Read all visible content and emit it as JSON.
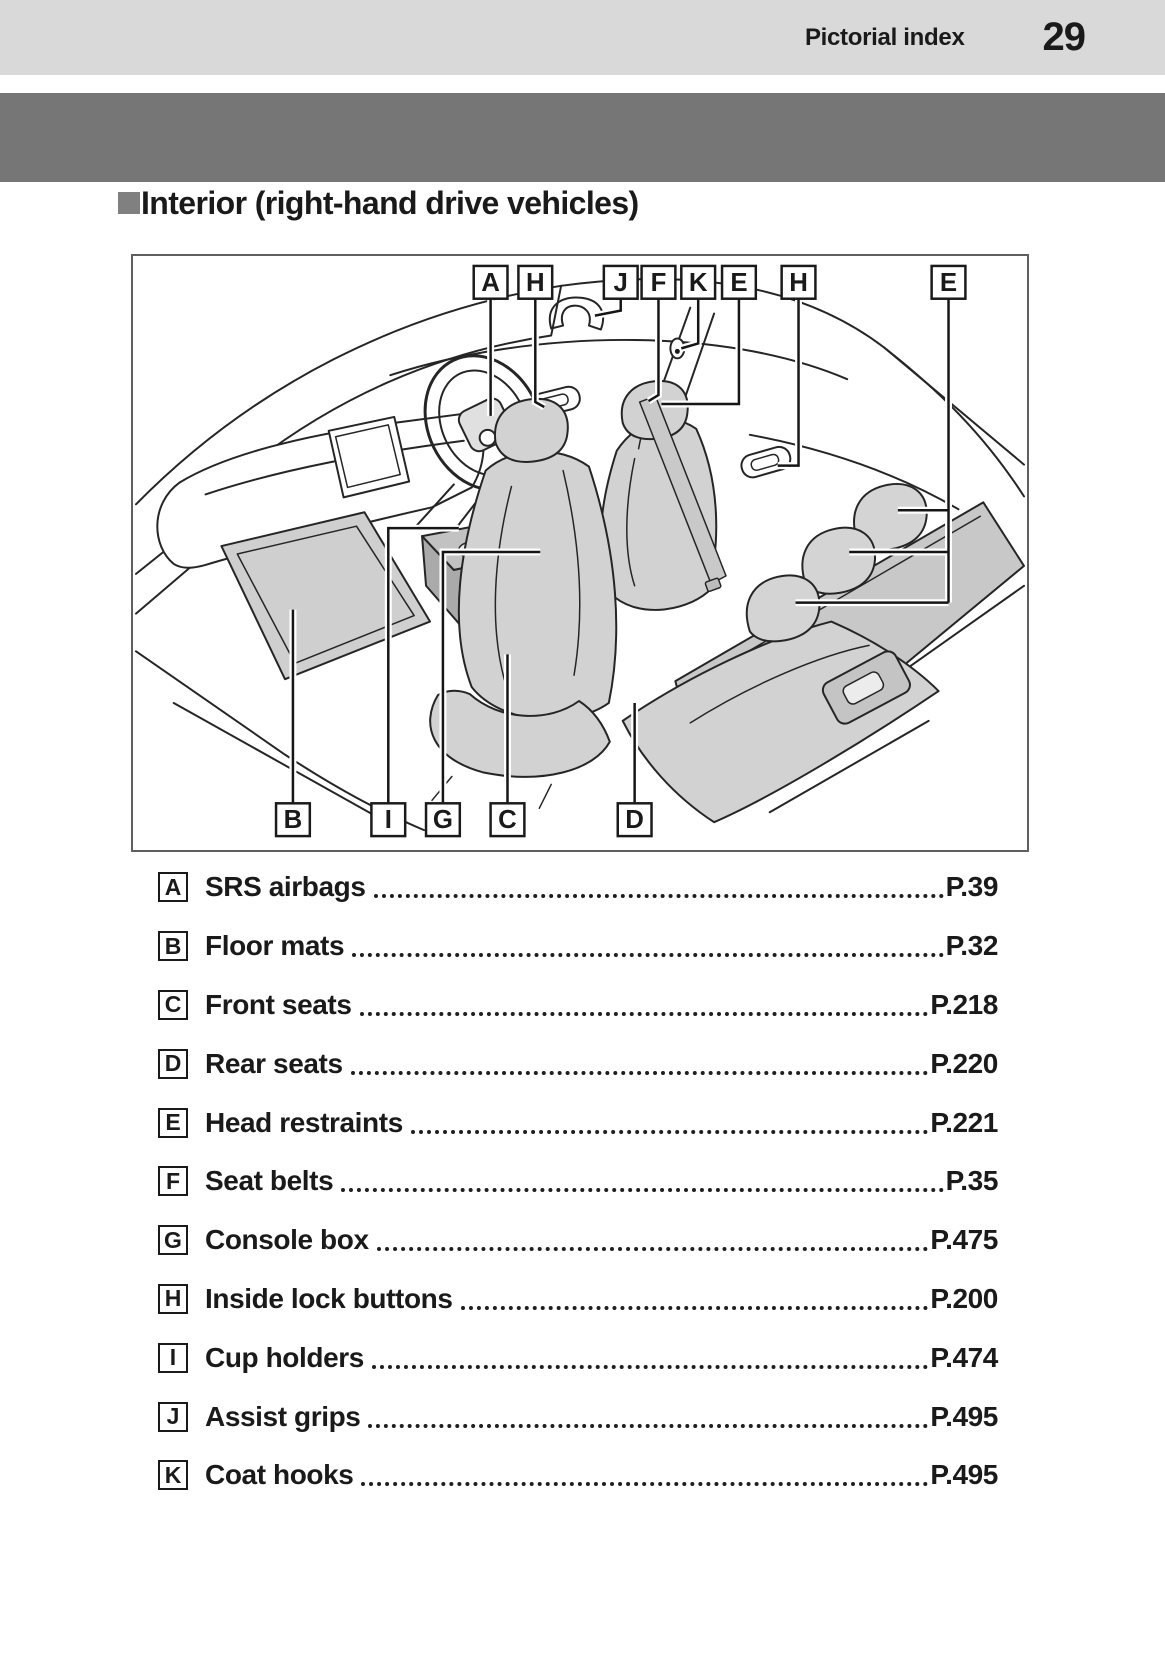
{
  "header": {
    "section_label": "Pictorial index",
    "page_number": "29"
  },
  "heading": {
    "title": "Interior (right-hand drive vehicles)"
  },
  "colors": {
    "header_bar": "#d9d9d9",
    "chapter_band": "#767676",
    "heading_bullet": "#808080",
    "text": "#1a1a1a",
    "seat_fill": "#d2d2d2"
  },
  "figure": {
    "callouts_top": [
      {
        "letter": "A"
      },
      {
        "letter": "H"
      },
      {
        "letter": "J"
      },
      {
        "letter": "F"
      },
      {
        "letter": "K"
      },
      {
        "letter": "E"
      },
      {
        "letter": "H"
      },
      {
        "letter": "E"
      }
    ],
    "callouts_bottom": [
      {
        "letter": "B"
      },
      {
        "letter": "I"
      },
      {
        "letter": "G"
      },
      {
        "letter": "C"
      },
      {
        "letter": "D"
      }
    ]
  },
  "index": {
    "items": [
      {
        "letter": "A",
        "label": "SRS airbags",
        "page": "P.39"
      },
      {
        "letter": "B",
        "label": "Floor mats",
        "page": "P.32"
      },
      {
        "letter": "C",
        "label": "Front seats",
        "page": "P.218"
      },
      {
        "letter": "D",
        "label": "Rear seats",
        "page": "P.220"
      },
      {
        "letter": "E",
        "label": "Head restraints",
        "page": "P.221"
      },
      {
        "letter": "F",
        "label": "Seat belts",
        "page": "P.35"
      },
      {
        "letter": "G",
        "label": "Console box",
        "page": "P.475"
      },
      {
        "letter": "H",
        "label": "Inside lock buttons",
        "page": "P.200"
      },
      {
        "letter": "I",
        "label": "Cup holders",
        "page": "P.474"
      },
      {
        "letter": "J",
        "label": "Assist grips",
        "page": "P.495"
      },
      {
        "letter": "K",
        "label": "Coat hooks",
        "page": "P.495"
      }
    ]
  }
}
